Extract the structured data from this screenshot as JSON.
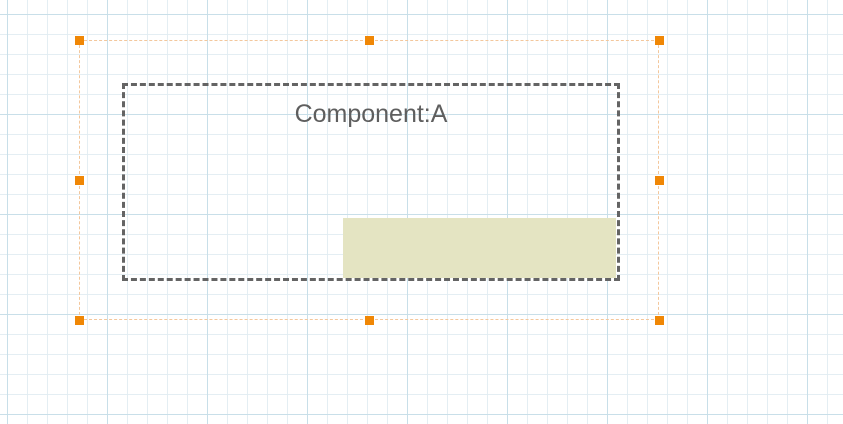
{
  "diagram": {
    "component": {
      "label": "Component:A"
    },
    "colors": {
      "canvas_background": "#ffffff",
      "grid_major": "#c6dee8",
      "grid_minor": "#e1ecf2",
      "selection_outline": "#f3c79c",
      "selection_handle": "#f08705",
      "component_border": "#646464",
      "component_label": "#5e5e5e",
      "fill_block": "#e4e4c2"
    },
    "selection": {
      "handles": [
        "top-left",
        "top-center",
        "top-right",
        "middle-left",
        "middle-right",
        "bottom-left",
        "bottom-center",
        "bottom-right"
      ]
    }
  }
}
